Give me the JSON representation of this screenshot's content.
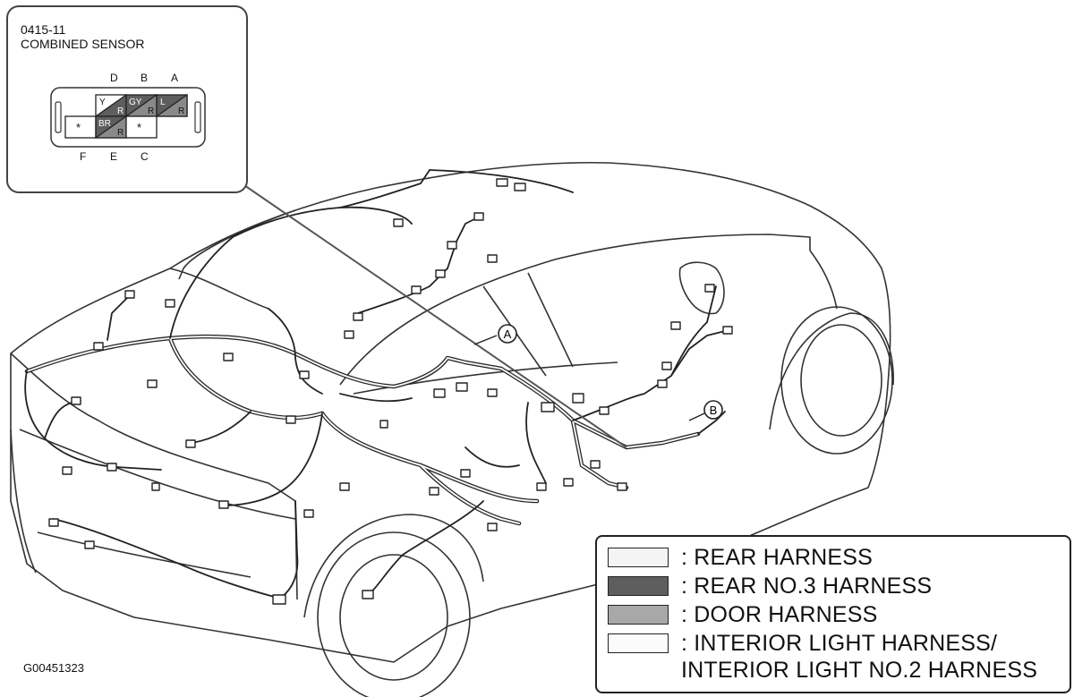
{
  "inset": {
    "code": "0415-11",
    "title": "COMBINED SENSOR",
    "top_pins": [
      "D",
      "B",
      "A"
    ],
    "bottom_pins": [
      "F",
      "E",
      "C"
    ],
    "cells_top": [
      "Y",
      "R",
      "GY",
      "R",
      "L",
      "R"
    ],
    "cells_bottom": [
      "*",
      "BR",
      "R",
      "*"
    ]
  },
  "callouts": {
    "a": "A",
    "b": "B"
  },
  "legend": {
    "items": [
      {
        "label": ": REAR HARNESS",
        "color": "#f4f4f4"
      },
      {
        "label": ": REAR NO.3 HARNESS",
        "color": "#5e5e5e"
      },
      {
        "label": ": DOOR HARNESS",
        "color": "#a8a8a8"
      },
      {
        "label": ": INTERIOR LIGHT HARNESS/",
        "color": "#fbfbfb"
      }
    ],
    "continuation": "INTERIOR LIGHT NO.2 HARNESS"
  },
  "figure_ref": "G00451323"
}
